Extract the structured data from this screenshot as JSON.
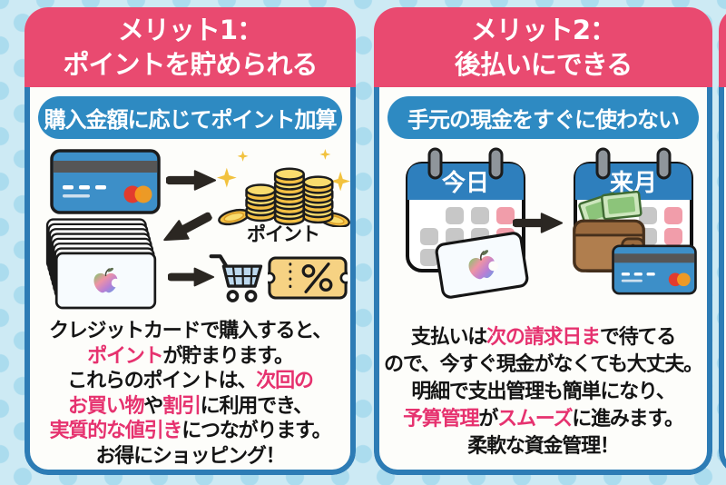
{
  "colors": {
    "header_pink": "#e94a70",
    "accent_pink": "#e6326f",
    "card_border_blue": "#2d7cb5",
    "pill_blue": "#2e8ac2",
    "calendar_blue": "#2e7fbd",
    "credit_card_blue": "#3d8fc8",
    "coin_gold": "#f4c044",
    "background_blue": "#cdeaf4",
    "dot_blue": "#abdcee",
    "text_black": "#141414"
  },
  "cards": [
    {
      "title_line1": "メリット1：",
      "title_line2": "ポイントを貯められる",
      "subtitle": "購入金額に応じてポイント加算",
      "illustration": {
        "points_label": "ポイント",
        "coupon_symbol": "%",
        "icons": [
          "credit-card-icon",
          "arrow-right-icon",
          "coins-icon",
          "sparkles-icon",
          "arrow-down-left-icon",
          "gift-card-stack-icon",
          "apple-logo-icon",
          "arrow-right-icon",
          "shopping-cart-icon",
          "discount-coupon-icon"
        ]
      },
      "body_lines": [
        [
          {
            "text": "クレジットカードで購入すると、",
            "color": "black"
          }
        ],
        [
          {
            "text": "ポイント",
            "color": "pink"
          },
          {
            "text": "が貯まります。",
            "color": "black"
          }
        ],
        [
          {
            "text": "これらのポイントは、",
            "color": "black"
          },
          {
            "text": "次回の",
            "color": "pink"
          }
        ],
        [
          {
            "text": "お買い物",
            "color": "pink"
          },
          {
            "text": "や",
            "color": "black"
          },
          {
            "text": "割引",
            "color": "pink"
          },
          {
            "text": "に利用でき、",
            "color": "black"
          }
        ],
        [
          {
            "text": "実質的な値引き",
            "color": "pink"
          },
          {
            "text": "につながります。",
            "color": "black"
          }
        ],
        [
          {
            "text": "お得にショッピング！",
            "color": "black"
          }
        ]
      ]
    },
    {
      "title_line1": "メリット2：",
      "title_line2": "後払いにできる",
      "subtitle": "手元の現金をすぐに使わない",
      "illustration": {
        "calendar_left_label": "今日",
        "calendar_right_label": "来月",
        "icons": [
          "calendar-today-icon",
          "apple-gift-card-icon",
          "apple-logo-icon",
          "arrow-right-icon",
          "calendar-next-month-icon",
          "banknotes-icon",
          "wallet-icon",
          "credit-card-icon"
        ]
      },
      "body_lines": [
        [
          {
            "text": "支払いは",
            "color": "black"
          },
          {
            "text": "次の請求日ま",
            "color": "pink"
          },
          {
            "text": "で待てる",
            "color": "black"
          }
        ],
        [
          {
            "text": "ので、今すぐ現金がなくても大丈夫。",
            "color": "black"
          }
        ],
        [
          {
            "text": "明細で支出管理も簡単になり、",
            "color": "black"
          }
        ],
        [
          {
            "text": "予算管理",
            "color": "pink"
          },
          {
            "text": "が",
            "color": "black"
          },
          {
            "text": "スムーズ",
            "color": "pink"
          },
          {
            "text": "に進みます。",
            "color": "black"
          }
        ],
        [
          {
            "text": "柔軟な資金管理！",
            "color": "black"
          }
        ]
      ]
    }
  ]
}
